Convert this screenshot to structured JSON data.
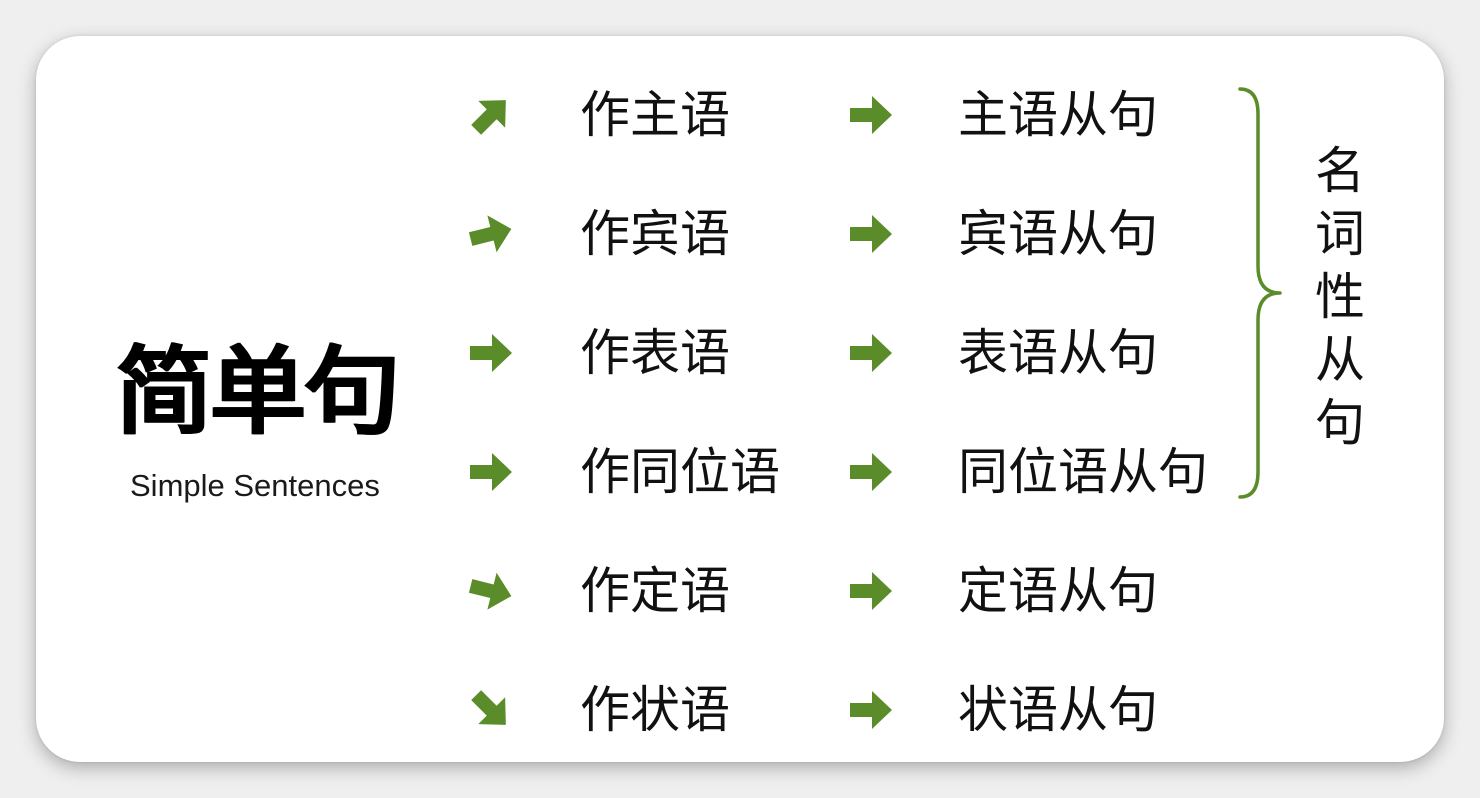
{
  "colors": {
    "accent": "#5b8c2a",
    "text": "#111111",
    "card": "#ffffff"
  },
  "main": {
    "title": "简单句",
    "subtitle": "Simple Sentences"
  },
  "rows": [
    {
      "role": "作主语",
      "clause": "主语从句",
      "direction": "up-right"
    },
    {
      "role": "作宾语",
      "clause": "宾语从句",
      "direction": "slight-up"
    },
    {
      "role": "作表语",
      "clause": "表语从句",
      "direction": "right"
    },
    {
      "role": "作同位语",
      "clause": "同位语从句",
      "direction": "right"
    },
    {
      "role": "作定语",
      "clause": "定语从句",
      "direction": "slight-down"
    },
    {
      "role": "作状语",
      "clause": "状语从句",
      "direction": "down-right"
    }
  ],
  "group": {
    "chars": [
      "名",
      "词",
      "性",
      "从",
      "句"
    ]
  },
  "icons": {
    "arrow": "arrow-right-icon",
    "brace": "curly-brace-icon"
  }
}
